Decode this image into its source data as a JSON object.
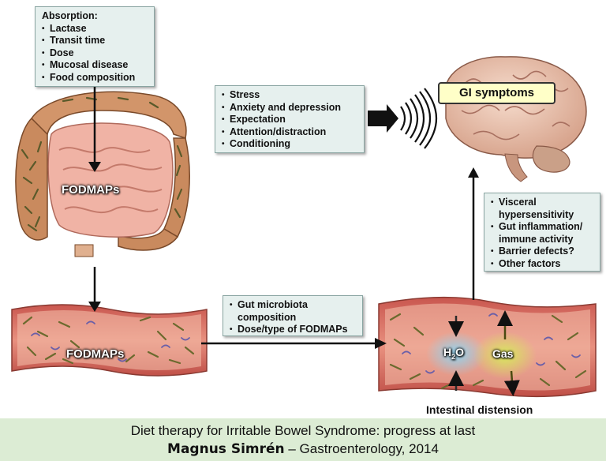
{
  "absorption_box": {
    "title": "Absorption:",
    "items": [
      "Lactase",
      "Transit time",
      "Dose",
      "Mucosal disease",
      "Food composition"
    ]
  },
  "psych_box": {
    "items": [
      "Stress",
      "Anxiety and depression",
      "Expectation",
      "Attention/distraction",
      "Conditioning"
    ]
  },
  "gi_symptoms": "GI symptoms",
  "visceral_box": {
    "items": [
      [
        "Visceral",
        "hypersensitivity"
      ],
      [
        "Gut inflammation/",
        "immune activity"
      ],
      [
        "Barrier defects?"
      ],
      [
        "Other factors"
      ]
    ]
  },
  "microbiota_box": {
    "items": [
      [
        "Gut microbiota",
        "composition"
      ],
      [
        "Dose/type of FODMAPs"
      ]
    ]
  },
  "labels": {
    "fodmaps_colon": "FODMAPs",
    "fodmaps_section": "FODMAPs",
    "h2o_base": "H",
    "h2o_sub": "2",
    "h2o_end": "O",
    "gas": "Gas",
    "intestinal_distension": "Intestinal distension"
  },
  "caption": {
    "line1": "Diet therapy for Irritable Bowel Syndrome: progress at last",
    "author": "Magnus Simrén",
    "source": " – Gastroenterology, 2014"
  }
}
